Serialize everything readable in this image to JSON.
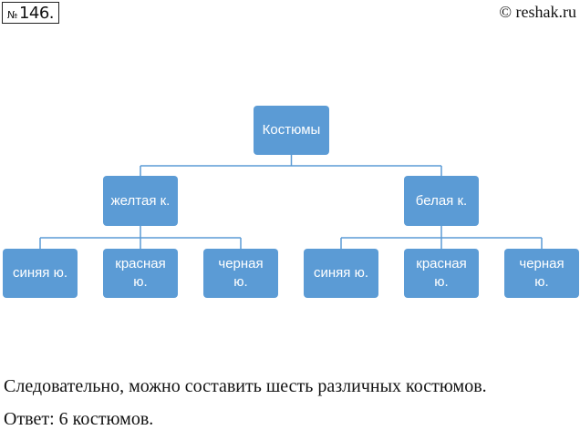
{
  "header": {
    "number_prefix": "№",
    "number": "146.",
    "site": "© reshak.ru"
  },
  "tree": {
    "root": "Костюмы",
    "branches": [
      {
        "label": "желтая к.",
        "children": [
          "синяя ю.",
          "красная\nю.",
          "черная\nю."
        ]
      },
      {
        "label": "белая к.",
        "children": [
          "синяя ю.",
          "красная\nю.",
          "черная\nю."
        ]
      }
    ]
  },
  "colors": {
    "node": "#5b9bd5",
    "connector": "#5b9bd5"
  },
  "text": {
    "conclusion": "Следовательно, можно составить шесть различных костюмов.",
    "answer": "Ответ: 6 костюмов."
  }
}
